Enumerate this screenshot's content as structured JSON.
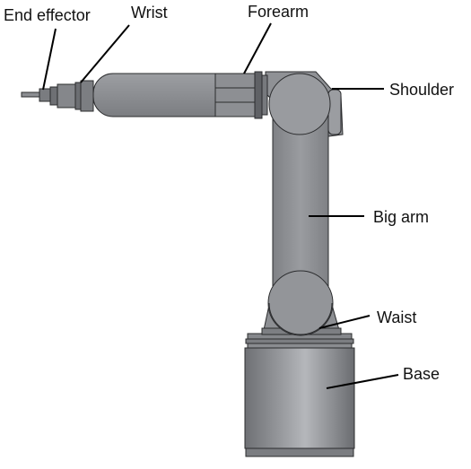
{
  "labels": {
    "end_effector": "End effector",
    "wrist": "Wrist",
    "forearm": "Forearm",
    "shoulder": "Shoulder",
    "big_arm": "Big arm",
    "waist": "Waist",
    "base": "Base"
  },
  "colors": {
    "body": "#8e9094",
    "body_light": "#a7a9ad",
    "body_dark": "#6d6f73",
    "edge": "#2b2c2e",
    "leader_line": "#000000"
  }
}
